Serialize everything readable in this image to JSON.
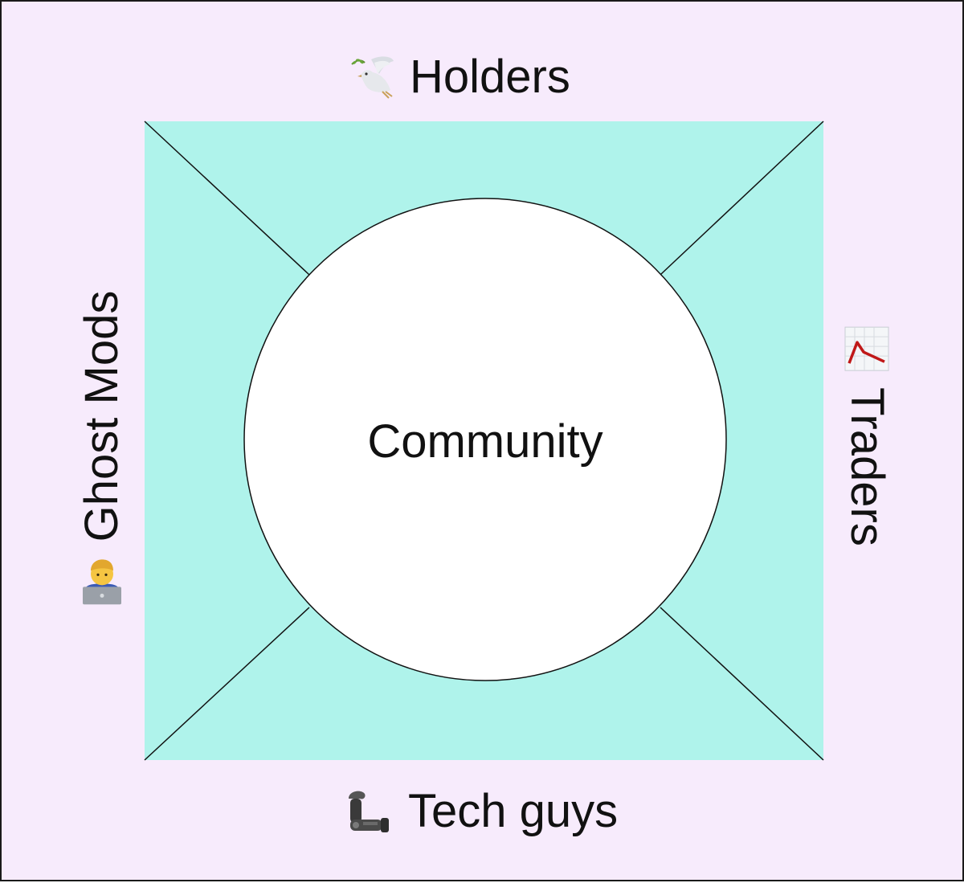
{
  "diagram": {
    "center_label": "Community",
    "sides": {
      "top": {
        "label": "Holders",
        "icon": "dove-icon"
      },
      "right": {
        "label": "Traders",
        "icon": "chart-increasing-icon"
      },
      "bottom": {
        "label": "Tech guys",
        "icon": "mechanical-arm-icon"
      },
      "left": {
        "label": "Ghost Mods",
        "icon": "technologist-icon"
      }
    }
  },
  "colors": {
    "background": "#f7ebfc",
    "square_fill": "#aff3eb",
    "circle_fill": "#ffffff",
    "line": "#111111"
  }
}
